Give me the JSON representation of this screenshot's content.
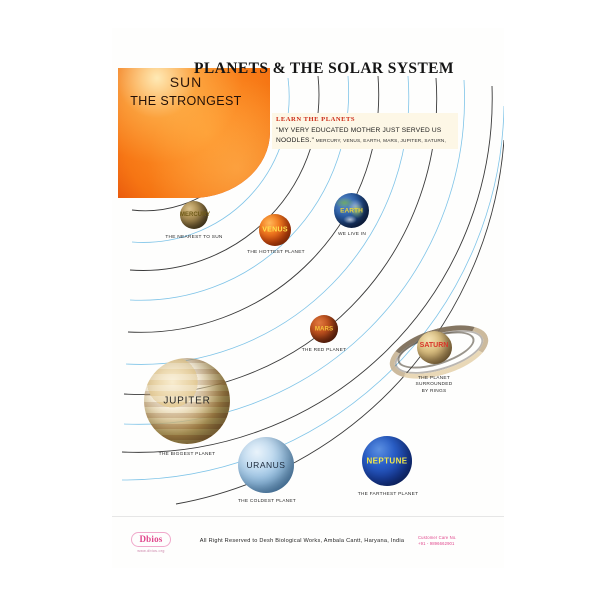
{
  "poster": {
    "title": "PLANETS & THE SOLAR SYSTEM"
  },
  "sun": {
    "name": "SUN",
    "subtitle": "THE STRONGEST"
  },
  "learn_box": {
    "heading": "LEARN THE PLANETS",
    "mnemonic": "\"MY VERY EDUCATED MOTHER JUST SERVED US NOODLES.\"",
    "mnemonic_line1": "\"MY  VERY  EDUCATED  MOTHER  JUST  SERVED  US",
    "mnemonic_lead": "NOODLES.\"",
    "planet_list": "MERCURY, VENUS, EARTH, MARS, JUPITER, SATURN,"
  },
  "planets": [
    {
      "name": "MERCURY",
      "caption": "THE NEAREST TO SUN"
    },
    {
      "name": "VENUS",
      "caption": "THE HOTTEST PLANET"
    },
    {
      "name": "EARTH",
      "caption": "WE LIVE IN"
    },
    {
      "name": "MARS",
      "caption": "THE RED PLANET"
    },
    {
      "name": "SATURN",
      "caption": "THE PLANET\nSURROUNDED\nBY RINGS"
    },
    {
      "name": "JUPITER",
      "caption": "THE BIGGEST PLANET"
    },
    {
      "name": "URANUS",
      "caption": "THE COLDEST PLANET"
    },
    {
      "name": "NEPTUNE",
      "caption": "THE FARTHEST PLANET"
    }
  ],
  "footer": {
    "brand": "Dbios",
    "brand_url": "www.dbios.org",
    "copyright": "All Right Reserved to Desh Biological Works, Ambala Cantt, Haryana, India",
    "care_label": "Customer Care No.",
    "care_number": "+91 - 9896662901"
  },
  "colors": {
    "title": "#141414",
    "learn_heading": "#cc2b16",
    "brand_pink": "#e0468c",
    "orbit_blue": "#7fc4e8",
    "orbit_dark": "#3a3a3a",
    "sun_orange": "#ef5a0d"
  }
}
